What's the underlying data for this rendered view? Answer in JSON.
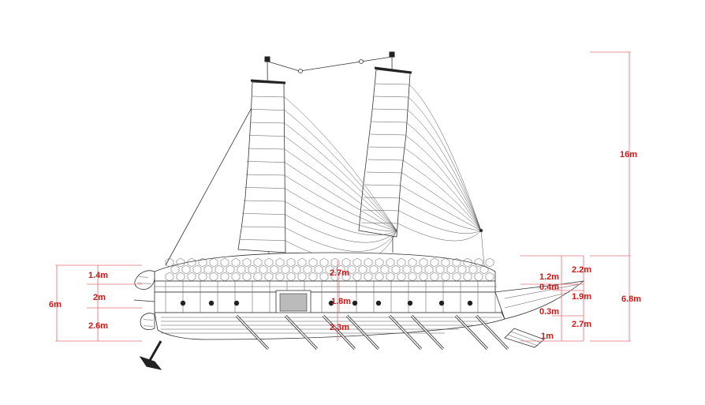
{
  "dimensions": {
    "stern_total": "6m",
    "stern_upper": "1.4m",
    "stern_middle": "2m",
    "stern_lower": "2.6m",
    "center_roof": "2.7m",
    "center_middle": "1.8m",
    "center_lower": "2.3m",
    "bow_a": "1.2m",
    "bow_b": "0.4m",
    "bow_c": "0.3m",
    "bow_d": "1m",
    "bow_right_a": "2.2m",
    "bow_right_b": "1.9m",
    "bow_right_c": "2.7m",
    "mast_height": "16m",
    "hull_height": "6.8m"
  },
  "colors": {
    "dimension_text": "#d01818",
    "dimension_line": "#e07070",
    "drawing_line": "#333333"
  }
}
